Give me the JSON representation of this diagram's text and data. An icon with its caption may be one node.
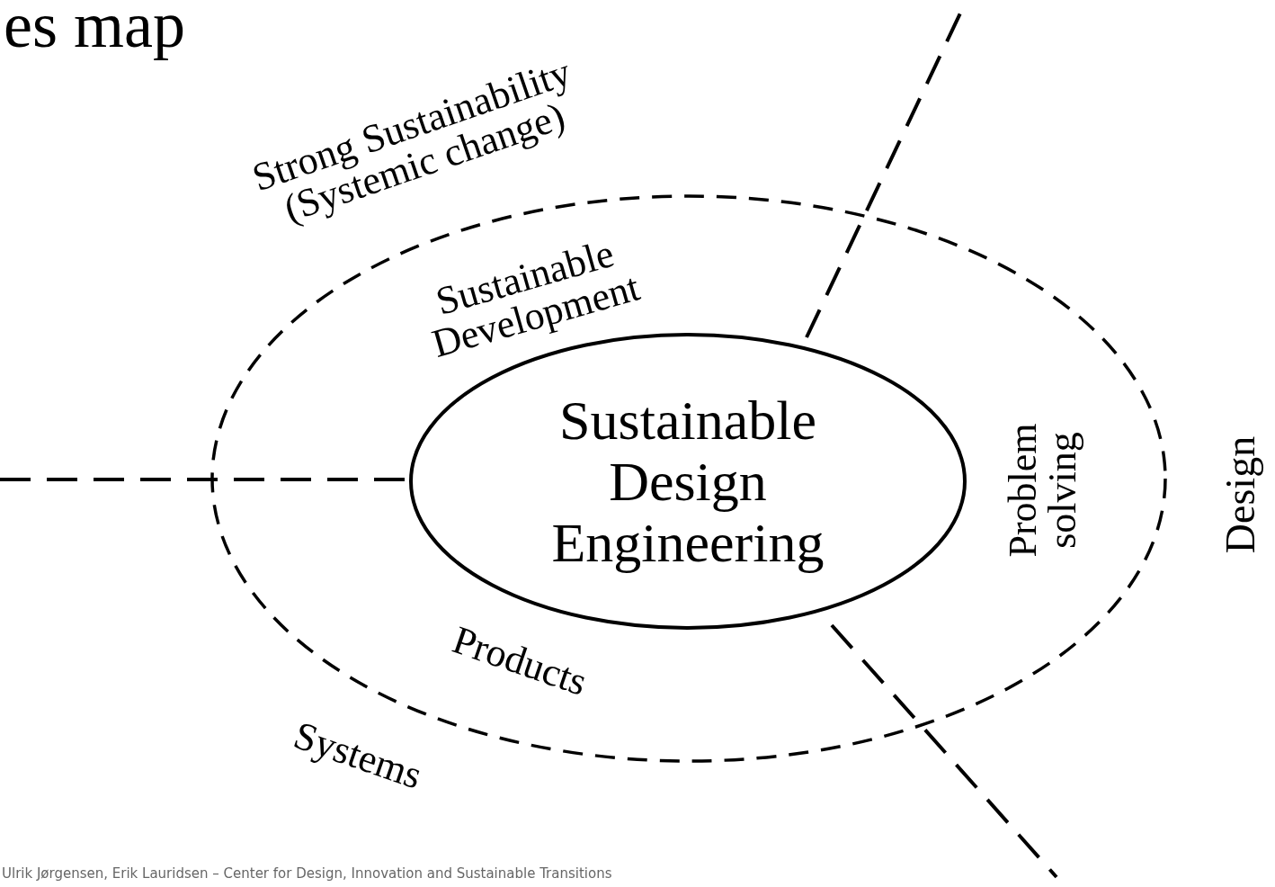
{
  "diagram": {
    "title": "es map",
    "caption": "Ulrik Jørgensen, Erik Lauridsen – Center for Design, Innovation and Sustainable Transitions",
    "nodes": [
      {
        "text": [],
        "shape": "ellipse"
      },
      {
        "text": [
          "Sustainable Design Engineering"
        ],
        "in": 0
      }
    ],
    "labels": [
      "Strong Sustainability (Systemic change)",
      "Sustainable Development",
      "Problem solving",
      "Design",
      "Products",
      "Systems"
    ]
  }
}
